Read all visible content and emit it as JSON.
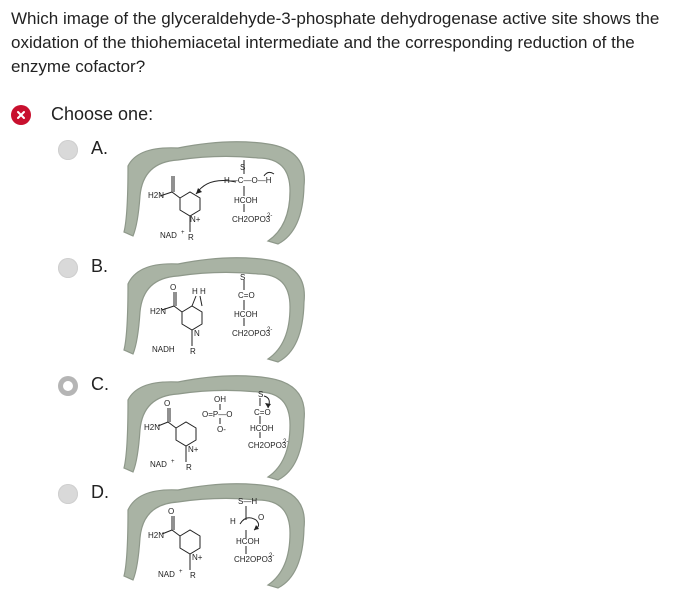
{
  "question": "Which image of the glyceraldehyde-3-phosphate dehydrogenase active site shows the oxidation of the thiohemiacetal intermediate and the corresponding reduction of the enzyme cofactor?",
  "choose_label": "Choose one:",
  "status_icon": "x-circle-icon",
  "colors": {
    "error": "#c8102e",
    "pocket": "#a9b3a4",
    "ink": "#222222"
  },
  "options": [
    {
      "letter": "A.",
      "selected": false,
      "cofactor": "NAD",
      "cofactor_sup": "+",
      "labels": {
        "h2n": "H2N",
        "r": "R",
        "s": "S",
        "top": "H—C—O—H",
        "hcoh": "HCOH",
        "ch2opo3": "CH2OPO3",
        "charge": "2-",
        "n": "N+"
      }
    },
    {
      "letter": "B.",
      "selected": false,
      "cofactor": "NADH",
      "cofactor_sup": "",
      "labels": {
        "h2n": "H2N",
        "r": "R",
        "s": "S",
        "co": "C=O",
        "hcoh": "HCOH",
        "ch2opo3": "CH2OPO3",
        "charge": "2-",
        "o": "O",
        "hh": "H  H",
        "n": "N"
      }
    },
    {
      "letter": "C.",
      "selected": true,
      "cofactor": "NAD",
      "cofactor_sup": "+",
      "labels": {
        "h2n": "H2N",
        "r": "R",
        "s": "S",
        "oh": "OH",
        "phos": "O=P—O",
        "ominus": "O-",
        "co": "C=O",
        "hcoh": "HCOH",
        "ch2opo3": "CH2OPO3",
        "charge": "2-",
        "o": "O",
        "n": "N+"
      }
    },
    {
      "letter": "D.",
      "selected": false,
      "cofactor": "NAD",
      "cofactor_sup": "+",
      "labels": {
        "h2n": "H2N",
        "r": "R",
        "sh": "S—H",
        "h": "H",
        "hcoh": "HCOH",
        "ch2opo3": "CH2OPO3",
        "charge": "2-",
        "o": "O",
        "n": "N+"
      }
    }
  ]
}
